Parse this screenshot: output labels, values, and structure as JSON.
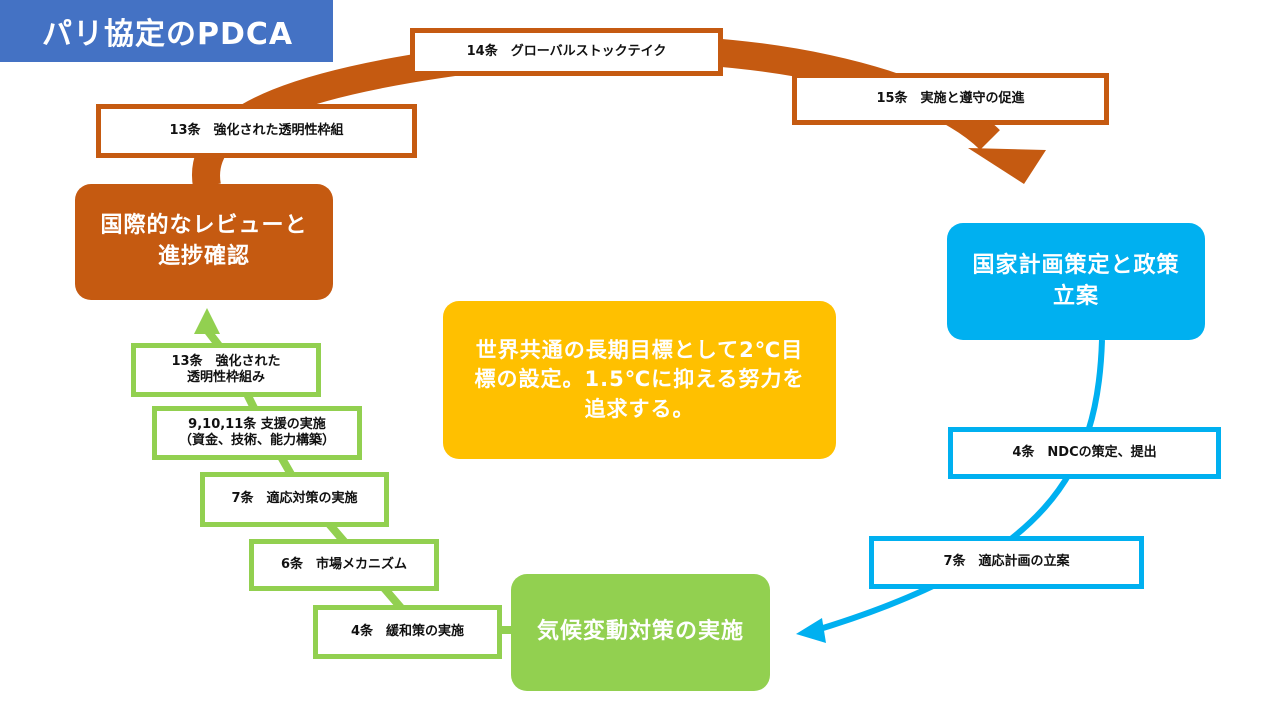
{
  "title": "パリ協定のPDCA",
  "colors": {
    "title_bg": "#4472c4",
    "orange": "#c55a11",
    "blue": "#00b0f0",
    "green": "#92d050",
    "center": "#ffc000"
  },
  "center_text": "世界共通の長期目標として2℃目\n標の設定。1.5℃に抑える努力を\n追求する。",
  "stages": {
    "review": "国際的なレビューと\n進捗確認",
    "plan": "国家計画策定と政策\n立案",
    "implement": "気候変動対策の実施"
  },
  "orange_items": {
    "art14": "14条　グローバルストックテイク",
    "art15": "15条　実施と遵守の促進",
    "art13": "13条　強化された透明性枠組"
  },
  "blue_items": {
    "art4": "4条　NDCの策定、提出",
    "art7": "7条　適応計画の立案"
  },
  "green_items": {
    "art13": "13条　強化された\n透明性枠組み",
    "art9_11": "9,10,11条 支援の実施\n（資金、技術、能力構築）",
    "art7": "7条　適応対策の実施",
    "art6": "6条　市場メカニズム",
    "art4": "4条　緩和策の実施"
  }
}
